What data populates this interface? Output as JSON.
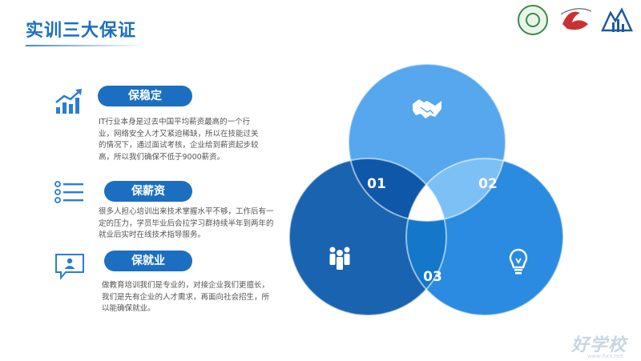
{
  "header": {
    "title": "实训三大保证",
    "logos": [
      "school-logo",
      "college-seal",
      "partner-logo"
    ]
  },
  "sections": [
    {
      "icon": "growth-chart-icon",
      "label": "保稳定",
      "text": "IT行业本身是过去中国平均薪资最高的一个行业，网络安全人才又紧迫稀缺，所以在技能过关的情况下，通过面试考核，企业给到薪资起步较高，所以我们确保不低于9000薪资。"
    },
    {
      "icon": "list-icon",
      "label": "保薪资",
      "text": "很多人担心培训出来技术掌握水平不够，工作后有一定的压力，学员毕业后会拉学习群持续半年到两年的就业后实时在线技术指导服务。"
    },
    {
      "icon": "id-card-icon",
      "label": "保就业",
      "text": "做教育培训我们是专业的，对接企业我们更擅长，我们是先有企业的人才需求，再面向社会招生，所以能确保就业。"
    }
  ],
  "venn": {
    "labels": [
      "01",
      "02",
      "03"
    ],
    "icons": [
      "handshake-icon",
      "team-icon",
      "lightbulb-icon"
    ],
    "colors": {
      "top": "#56a7ee",
      "left": "#1a63b0",
      "right": "#2b8be0",
      "overlap_left": "#0f57a8",
      "overlap_right": "#7cc0f5",
      "overlap_bottom": "#1477c9"
    }
  },
  "watermark": {
    "text": "好学校",
    "url": "www.hxx.net"
  }
}
